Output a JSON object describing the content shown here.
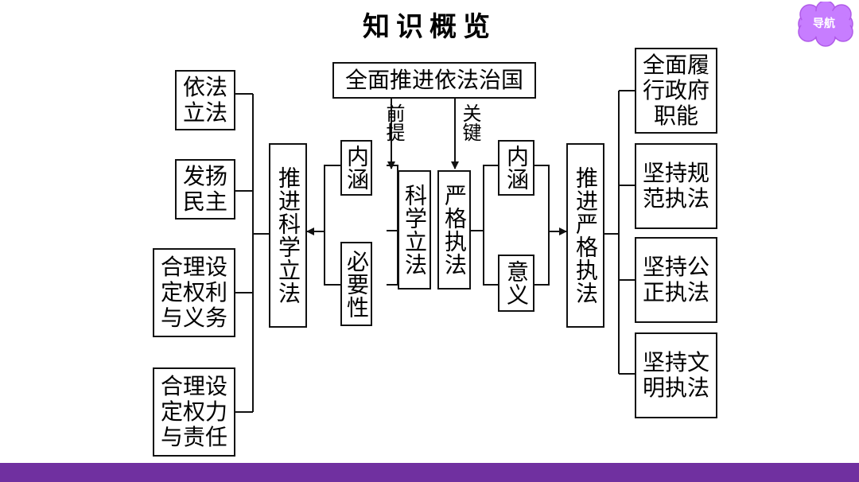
{
  "title": "知识概览",
  "nav": {
    "label": "导航",
    "color": "#c77dff"
  },
  "bar_color": "#7030a0",
  "top": "全面推进依法治国",
  "labels": {
    "premise": "前提",
    "key": "关键"
  },
  "center": {
    "left": "科学立法",
    "right": "严格执法"
  },
  "left_group": {
    "neihan": "内涵",
    "biyaoxing": "必要性",
    "main": "推进科学立法",
    "items": [
      "依法\n立法",
      "发扬\n民主",
      "合理设\n定权利\n与义务",
      "合理设\n定权力\n与责任"
    ]
  },
  "right_group": {
    "neihan": "内涵",
    "yiyi": "意义",
    "main": "推进严格执法",
    "items": [
      "全面履\n行政府\n职能",
      "坚持规\n范执法",
      "坚持公\n正执法",
      "坚持文\n明执法"
    ]
  }
}
